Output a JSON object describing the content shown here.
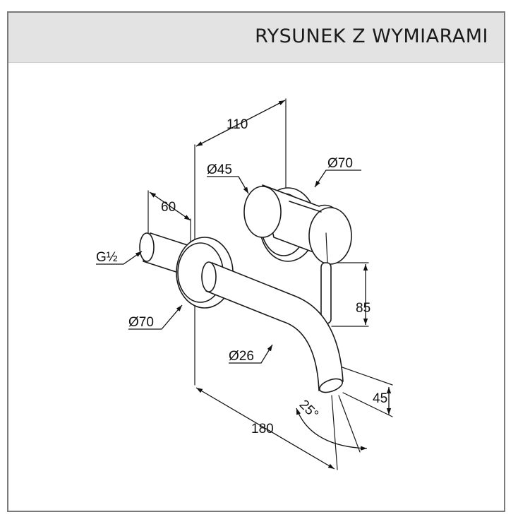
{
  "header": {
    "title": "RYSUNEK Z WYMIARAMI"
  },
  "dimensions": {
    "width_110": "110",
    "handle_diameter": "Ø45",
    "body_diameter": "Ø70",
    "depth_60": "60",
    "thread": "G½",
    "rosette_diameter": "Ø70",
    "height_85": "85",
    "spout_diameter": "Ø26",
    "height_45": "45",
    "angle": "25°",
    "spout_length": "180"
  },
  "colors": {
    "line": "#1a1a1a",
    "header_bg": "#e3e3e3",
    "frame": "#7a7a7a"
  }
}
